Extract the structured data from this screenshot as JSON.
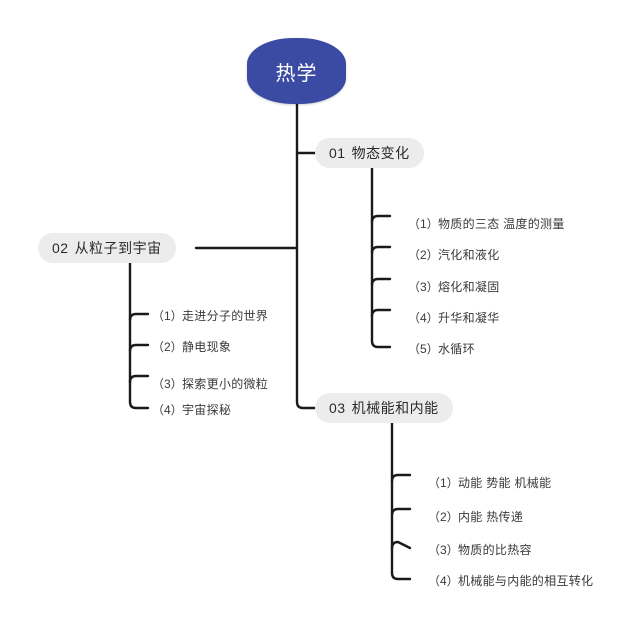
{
  "diagram": {
    "type": "mind-map",
    "background_color": "#ffffff",
    "root_color": "#3b4ba3",
    "branch_pill_color": "#ececec",
    "connector_color": "#1a1a1a",
    "text_color": "#3a3a3a",
    "root": {
      "label": "热学"
    },
    "branches": [
      {
        "id": "01",
        "index": "01",
        "title": "物态变化",
        "side": "right",
        "items": [
          {
            "index": "（1）",
            "label": "物质的三态 温度的测量"
          },
          {
            "index": "（2）",
            "label": "汽化和液化"
          },
          {
            "index": "（3）",
            "label": "熔化和凝固"
          },
          {
            "index": "（4）",
            "label": "升华和凝华"
          },
          {
            "index": "（5）",
            "label": "水循环"
          }
        ]
      },
      {
        "id": "02",
        "index": "02",
        "title": "从粒子到宇宙",
        "side": "left",
        "items": [
          {
            "index": "（1）",
            "label": "走进分子的世界"
          },
          {
            "index": "（2）",
            "label": "静电现象"
          },
          {
            "index": "（3）",
            "label": "探索更小的微粒"
          },
          {
            "index": "（4）",
            "label": "宇宙探秘"
          }
        ]
      },
      {
        "id": "03",
        "index": "03",
        "title": "机械能和内能",
        "side": "right",
        "items": [
          {
            "index": "（1）",
            "label": "动能 势能 机械能"
          },
          {
            "index": "（2）",
            "label": "内能 热传递"
          },
          {
            "index": "（3）",
            "label": "物质的比热容"
          },
          {
            "index": "（4）",
            "label": "机械能与内能的相互转化"
          }
        ]
      }
    ]
  }
}
